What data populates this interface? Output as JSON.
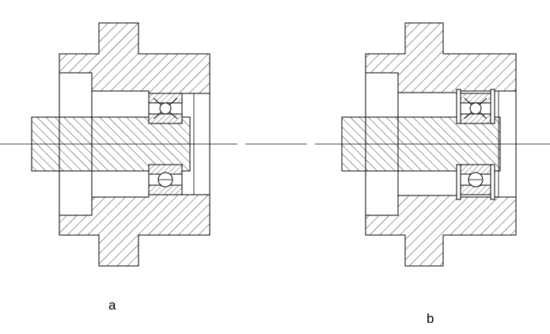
{
  "figure": {
    "panels": [
      {
        "id": "a",
        "label": "a"
      },
      {
        "id": "b",
        "label": "b"
      }
    ],
    "colors": {
      "stroke": "#000000",
      "hatch": "#000000",
      "background": "#ffffff"
    }
  }
}
